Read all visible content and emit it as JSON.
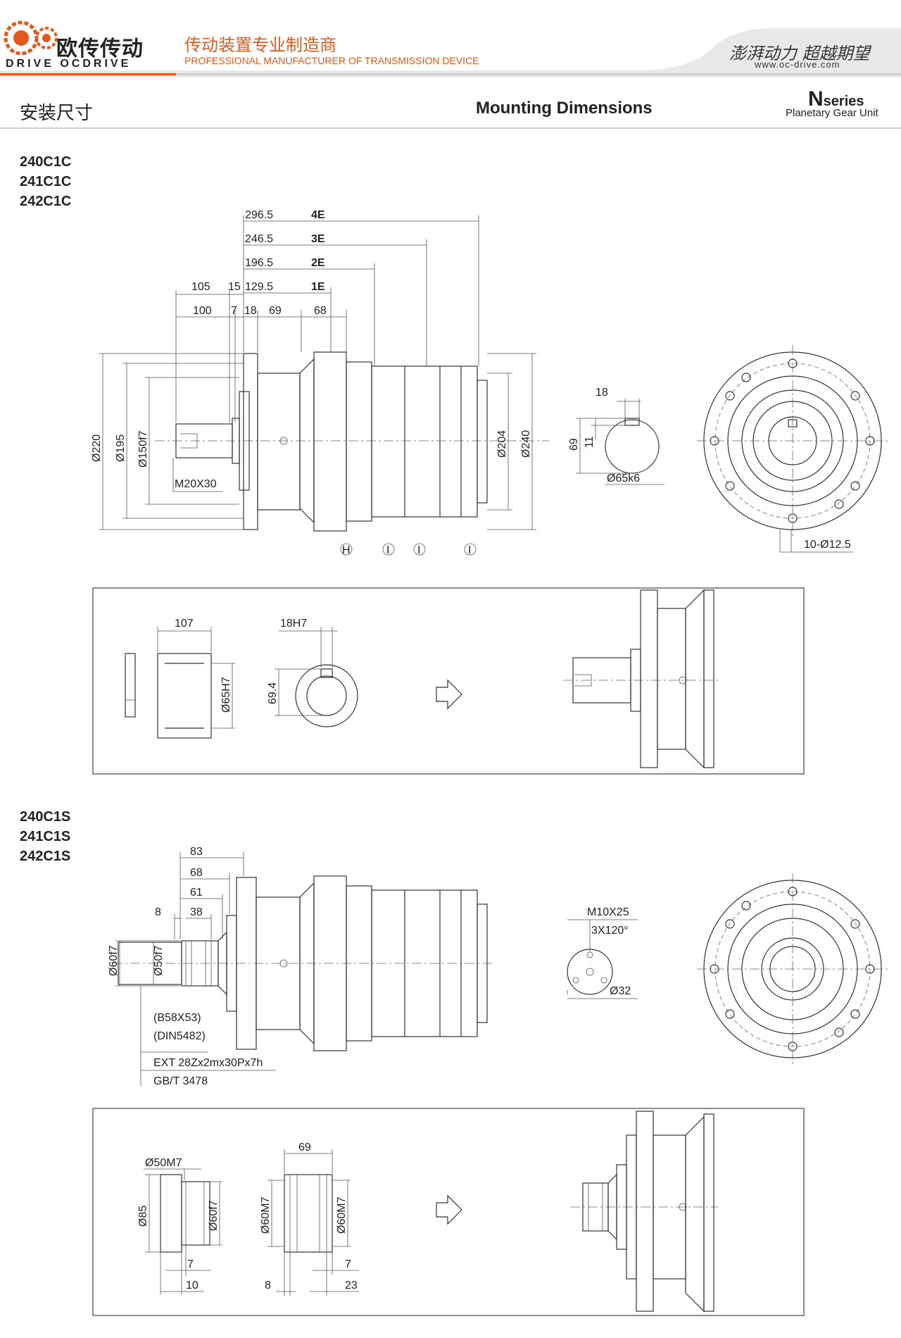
{
  "header": {
    "logo_cn": "欧传传动",
    "logo_en": "DRIVE OCDRIVE",
    "tagline_cn": "传动装置专业制造商",
    "tagline_en": "PROFESSIONAL MANUFACTURER OF TRANSMISSION DEVICE",
    "slogan": "澎湃动力 超越期望",
    "website": "www.oc-drive.com",
    "accent_color": "#e05a1e"
  },
  "section": {
    "title_cn": "安装尺寸",
    "title_en": "Mounting Dimensions",
    "series_letter": "N",
    "series_word": "series",
    "series_sub": "Planetary Gear Unit"
  },
  "block1": {
    "models": [
      "240C1C",
      "241C1C",
      "242C1C"
    ],
    "len_4e": "296.5",
    "tag_4e": "4E",
    "len_3e": "246.5",
    "tag_3e": "3E",
    "len_2e": "196.5",
    "tag_2e": "2E",
    "len_1e": "129.5",
    "tag_1e": "1E",
    "d105": "105",
    "d15": "15",
    "d100": "100",
    "d7": "7",
    "d18": "18",
    "d69": "69",
    "d68": "68",
    "dia220": "Ø220",
    "dia195": "Ø195",
    "dia150": "Ø150f7",
    "dia204": "Ø204",
    "dia240": "Ø240",
    "thread": "M20X30",
    "markers": [
      "H",
      "I",
      "I",
      "I"
    ],
    "key_width": "18",
    "key_height": "69",
    "key_depth": "11",
    "shaft_dia": "Ø65k6",
    "bolt_holes": "10-Ø12.5"
  },
  "box1": {
    "hub_len": "107",
    "hub_bore": "Ø65H7",
    "key_slot": "18H7",
    "key_dim": "69.4"
  },
  "block2": {
    "models": [
      "240C1S",
      "241C1S",
      "242C1S"
    ],
    "d83": "83",
    "d68": "68",
    "d61": "61",
    "d8": "8",
    "d38": "38",
    "dia60": "Ø60f7",
    "dia50": "Ø50f7",
    "spline1": "(B58X53)",
    "spline2": "(DIN5482)",
    "spline3": "EXT 28Zx2mx30Px7h",
    "spline4": "GB/T 3478",
    "tap": "M10X25",
    "tap_angle": "3X120°",
    "tap_dia": "Ø32"
  },
  "box2": {
    "d50m7": "Ø50M7",
    "d85": "Ø85",
    "d60f7": "Ø60f7",
    "d7a": "7",
    "d10": "10",
    "len69": "69",
    "d60m7a": "Ø60M7",
    "d60m7b": "Ø60M7",
    "d8": "8",
    "d7b": "7",
    "d23": "23"
  }
}
